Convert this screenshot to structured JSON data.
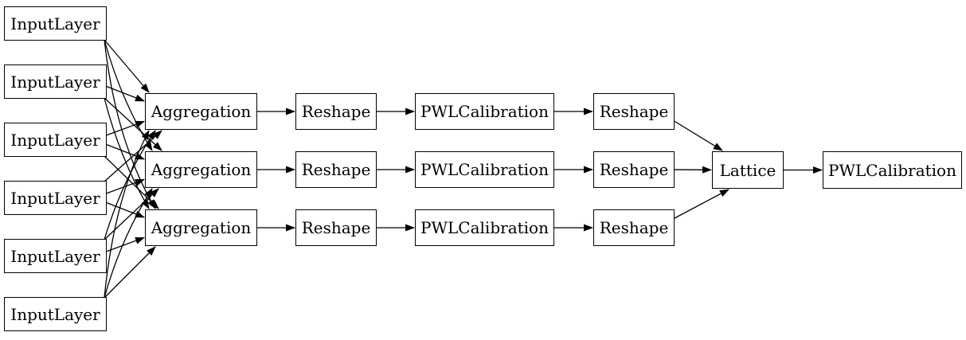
{
  "diagram": {
    "type": "model-graph",
    "colors": {
      "background": "#ffffff",
      "node_fill": "#ffffff",
      "node_border": "#000000",
      "edge": "#000000",
      "text": "#000000"
    },
    "nodes": [
      {
        "id": "in0",
        "label": "InputLayer"
      },
      {
        "id": "in1",
        "label": "InputLayer"
      },
      {
        "id": "in2",
        "label": "InputLayer"
      },
      {
        "id": "in3",
        "label": "InputLayer"
      },
      {
        "id": "in4",
        "label": "InputLayer"
      },
      {
        "id": "in5",
        "label": "InputLayer"
      },
      {
        "id": "agg0",
        "label": "Aggregation"
      },
      {
        "id": "agg1",
        "label": "Aggregation"
      },
      {
        "id": "agg2",
        "label": "Aggregation"
      },
      {
        "id": "rsA0",
        "label": "Reshape"
      },
      {
        "id": "rsA1",
        "label": "Reshape"
      },
      {
        "id": "rsA2",
        "label": "Reshape"
      },
      {
        "id": "pwl0",
        "label": "PWLCalibration"
      },
      {
        "id": "pwl1",
        "label": "PWLCalibration"
      },
      {
        "id": "pwl2",
        "label": "PWLCalibration"
      },
      {
        "id": "rsB0",
        "label": "Reshape"
      },
      {
        "id": "rsB1",
        "label": "Reshape"
      },
      {
        "id": "rsB2",
        "label": "Reshape"
      },
      {
        "id": "lattice",
        "label": "Lattice"
      },
      {
        "id": "pwlOut",
        "label": "PWLCalibration"
      }
    ],
    "edges": [
      [
        "in0",
        "agg0"
      ],
      [
        "in0",
        "agg1"
      ],
      [
        "in0",
        "agg2"
      ],
      [
        "in1",
        "agg0"
      ],
      [
        "in1",
        "agg1"
      ],
      [
        "in1",
        "agg2"
      ],
      [
        "in2",
        "agg0"
      ],
      [
        "in2",
        "agg1"
      ],
      [
        "in2",
        "agg2"
      ],
      [
        "in3",
        "agg0"
      ],
      [
        "in3",
        "agg1"
      ],
      [
        "in3",
        "agg2"
      ],
      [
        "in4",
        "agg0"
      ],
      [
        "in4",
        "agg1"
      ],
      [
        "in4",
        "agg2"
      ],
      [
        "in5",
        "agg0"
      ],
      [
        "in5",
        "agg1"
      ],
      [
        "in5",
        "agg2"
      ],
      [
        "agg0",
        "rsA0"
      ],
      [
        "agg1",
        "rsA1"
      ],
      [
        "agg2",
        "rsA2"
      ],
      [
        "rsA0",
        "pwl0"
      ],
      [
        "rsA1",
        "pwl1"
      ],
      [
        "rsA2",
        "pwl2"
      ],
      [
        "pwl0",
        "rsB0"
      ],
      [
        "pwl1",
        "rsB1"
      ],
      [
        "pwl2",
        "rsB2"
      ],
      [
        "rsB0",
        "lattice"
      ],
      [
        "rsB1",
        "lattice"
      ],
      [
        "rsB2",
        "lattice"
      ],
      [
        "lattice",
        "pwlOut"
      ]
    ]
  }
}
